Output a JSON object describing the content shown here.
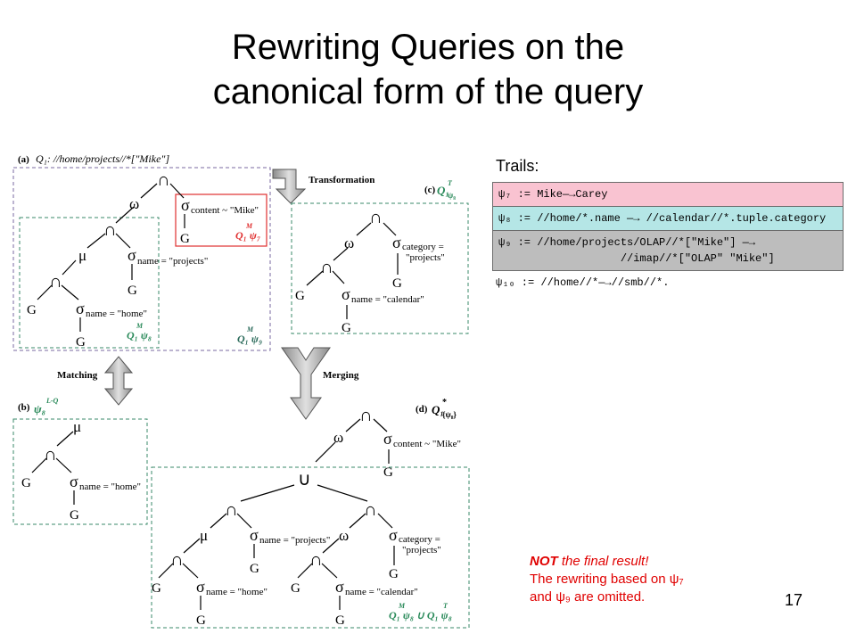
{
  "title": [
    "Rewriting Queries on the",
    "canonical form of the query"
  ],
  "trails_label": "Trails:",
  "trails": [
    "ψ₇ := Mike—→Carey",
    "ψ₈ := //home/*.name —→ //calendar//*.tuple.category",
    "ψ₉ := //home/projects/OLAP//*[\"Mike\"] —→\n                   //imap//*[\"OLAP\" \"Mike\"]",
    "ψ₁₀ := //home//*—→//smb//*."
  ],
  "diagram": {
    "a_label": "(a)",
    "a_query": "Q₁: //home/projects//*[\"Mike\"]",
    "b_label": "(b)",
    "b_name": "ψ₈",
    "b_sup": "L-Q",
    "c_label": "(c)",
    "c_name": "Q₁",
    "c_sup": "T",
    "c_sub": "ψ₈",
    "d_label": "(d)",
    "d_name": "Q₁",
    "d_sup": "*",
    "d_sub": "{ψ₈}",
    "transformation": "Transformation",
    "matching": "Matching",
    "merging": "Merging",
    "box_psi7": "Q₁ ψ₇",
    "box_psi8": "Q₁ ψ₈",
    "box_psi9": "Q₁ ψ₉",
    "union_label": "Q₁ ψ₈ ∪ Q₁ ψ₈",
    "sup_m": "M",
    "sup_t": "T",
    "G": "G",
    "omega": "ω",
    "mu": "μ",
    "cap": "∩",
    "cup": "∪",
    "sigma": "σ",
    "cond_mike": "content ~ \"Mike\"",
    "cond_projects": "name = \"projects\"",
    "cond_home": "name = \"home\"",
    "cond_calendar": "name = \"calendar\"",
    "cond_category": "category =",
    "cond_category2": "\"projects\""
  },
  "note": {
    "strong": "NOT",
    "line1_rest": " the final result!",
    "line2": "The rewriting based on ψ₇",
    "line3": "and ψ₉ are omitted."
  },
  "page_number": "17"
}
